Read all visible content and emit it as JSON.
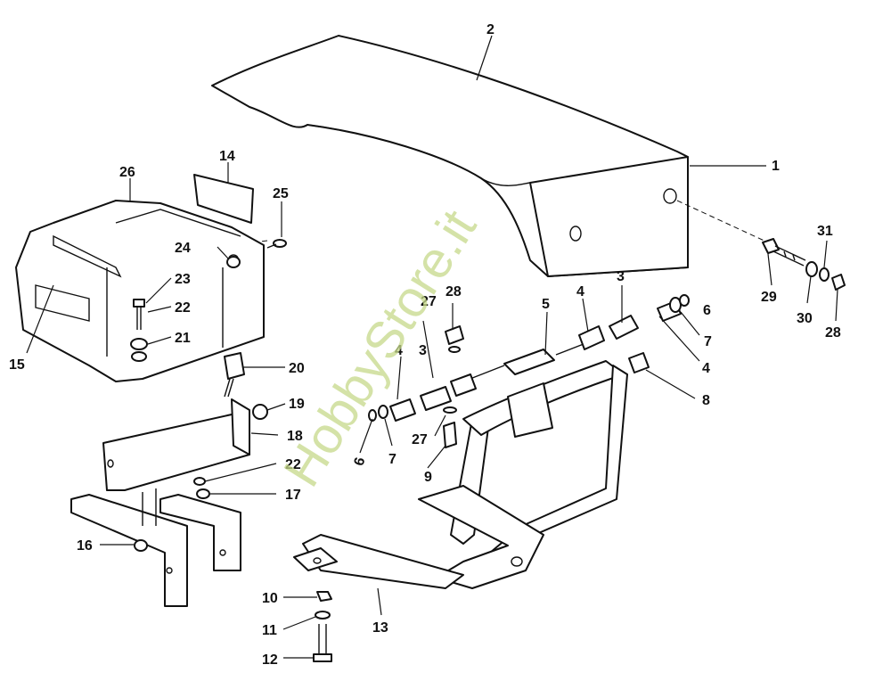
{
  "diagram": {
    "watermark": "HobbyStore.it",
    "callouts": [
      {
        "id": "c1",
        "text": "1"
      },
      {
        "id": "c2",
        "text": "2"
      },
      {
        "id": "c3a",
        "text": "3"
      },
      {
        "id": "c3b",
        "text": "3"
      },
      {
        "id": "c4a",
        "text": "4"
      },
      {
        "id": "c4b",
        "text": "4"
      },
      {
        "id": "c4c",
        "text": "4"
      },
      {
        "id": "c5",
        "text": "5"
      },
      {
        "id": "c6a",
        "text": "6"
      },
      {
        "id": "c6b",
        "text": "6"
      },
      {
        "id": "c7a",
        "text": "7"
      },
      {
        "id": "c7b",
        "text": "7"
      },
      {
        "id": "c8",
        "text": "8"
      },
      {
        "id": "c9",
        "text": "9"
      },
      {
        "id": "c10",
        "text": "10"
      },
      {
        "id": "c11",
        "text": "11"
      },
      {
        "id": "c12",
        "text": "12"
      },
      {
        "id": "c13",
        "text": "13"
      },
      {
        "id": "c14",
        "text": "14"
      },
      {
        "id": "c15",
        "text": "15"
      },
      {
        "id": "c16",
        "text": "16"
      },
      {
        "id": "c17",
        "text": "17"
      },
      {
        "id": "c18",
        "text": "18"
      },
      {
        "id": "c19",
        "text": "19"
      },
      {
        "id": "c20",
        "text": "20"
      },
      {
        "id": "c21",
        "text": "21"
      },
      {
        "id": "c22a",
        "text": "22"
      },
      {
        "id": "c22b",
        "text": "22"
      },
      {
        "id": "c23",
        "text": "23"
      },
      {
        "id": "c24",
        "text": "24"
      },
      {
        "id": "c25",
        "text": "25"
      },
      {
        "id": "c26",
        "text": "26"
      },
      {
        "id": "c27a",
        "text": "27"
      },
      {
        "id": "c27b",
        "text": "27"
      },
      {
        "id": "c28a",
        "text": "28"
      },
      {
        "id": "c28b",
        "text": "28"
      },
      {
        "id": "c29",
        "text": "29"
      },
      {
        "id": "c30",
        "text": "30"
      },
      {
        "id": "c31",
        "text": "31"
      }
    ]
  }
}
